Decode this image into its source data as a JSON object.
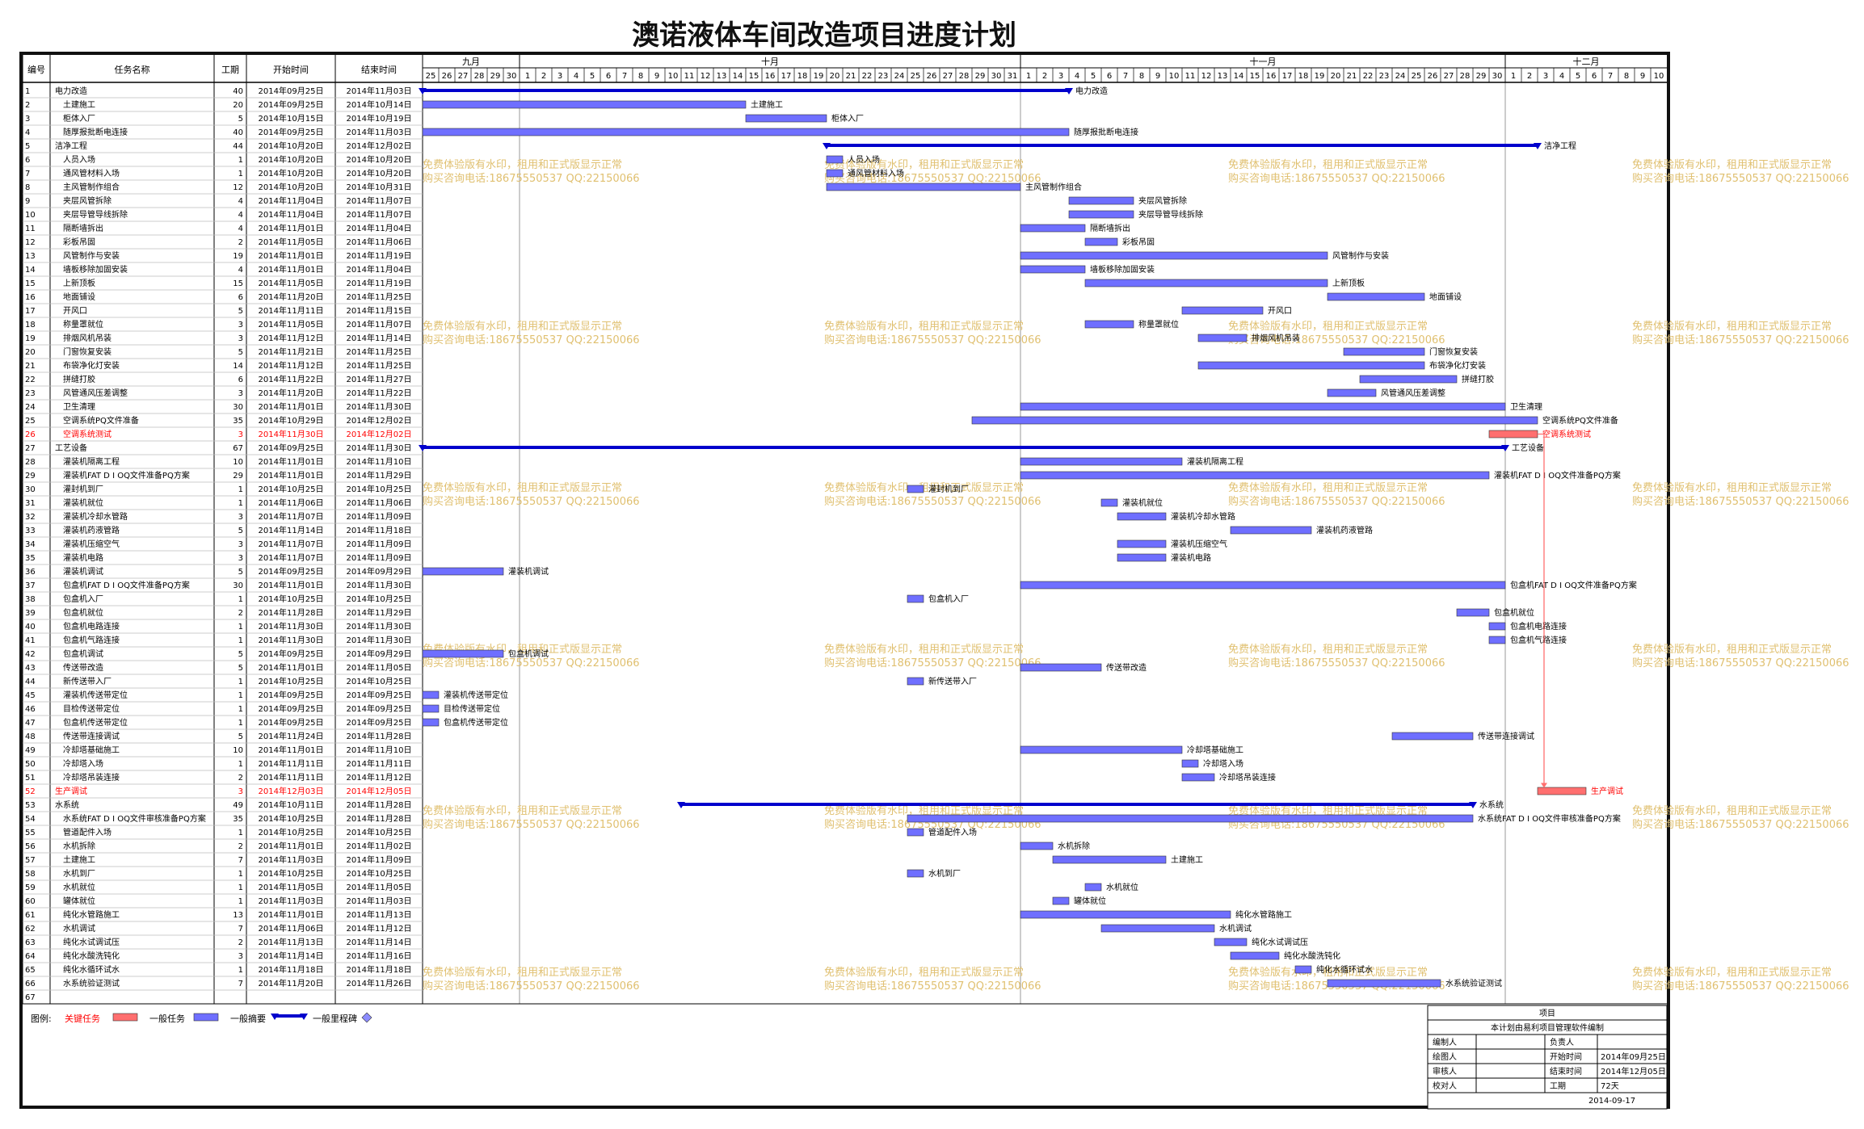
{
  "title": "澳诺液体车间改造项目进度计划",
  "header": {
    "id": "编号",
    "name": "任务名称",
    "dur": "工期",
    "start": "开始时间",
    "end": "结束时间"
  },
  "months": [
    {
      "label": "九月",
      "days": [
        "25",
        "26",
        "27",
        "28",
        "29",
        "30"
      ]
    },
    {
      "label": "十月",
      "days": [
        "1",
        "2",
        "3",
        "4",
        "5",
        "6",
        "7",
        "8",
        "9",
        "10",
        "11",
        "12",
        "13",
        "14",
        "15",
        "16",
        "17",
        "18",
        "19",
        "20",
        "21",
        "22",
        "23",
        "24",
        "25",
        "26",
        "27",
        "28",
        "29",
        "30",
        "31"
      ]
    },
    {
      "label": "十一月",
      "days": [
        "1",
        "2",
        "3",
        "4",
        "5",
        "6",
        "7",
        "8",
        "9",
        "10",
        "11",
        "12",
        "13",
        "14",
        "15",
        "16",
        "17",
        "18",
        "19",
        "20",
        "21",
        "22",
        "23",
        "24",
        "25",
        "26",
        "27",
        "28",
        "29",
        "30"
      ]
    },
    {
      "label": "十二月",
      "days": [
        "1",
        "2",
        "3",
        "4",
        "5",
        "6",
        "7",
        "8",
        "9",
        "10"
      ]
    }
  ],
  "colors": {
    "normal": "#6f6fff",
    "critical": "#ff6f6f",
    "summary": "#0000cc",
    "critical_text": "#ff0000",
    "watermark": "#e0c070",
    "grid": "#cccccc"
  },
  "watermark": {
    "line1": "免费体验版有水印，租用和正式版显示正常",
    "line2": "购买咨询电话:18675550537 QQ:22150066"
  },
  "chart_data": {
    "type": "gantt",
    "date_range": [
      "2014-09-25",
      "2014-12-10"
    ],
    "tasks": [
      {
        "id": "1",
        "name": "电力改造",
        "dur": "40",
        "start": "2014年09月25日",
        "end": "2014年11月03日",
        "s": "2014-09-25",
        "e": "2014-11-03",
        "kind": "summary",
        "indent": 0
      },
      {
        "id": "2",
        "name": "土建施工",
        "dur": "20",
        "start": "2014年09月25日",
        "end": "2014年10月14日",
        "s": "2014-09-25",
        "e": "2014-10-14",
        "kind": "normal",
        "indent": 1
      },
      {
        "id": "3",
        "name": "柜体入厂",
        "dur": "5",
        "start": "2014年10月15日",
        "end": "2014年10月19日",
        "s": "2014-10-15",
        "e": "2014-10-19",
        "kind": "normal",
        "indent": 1
      },
      {
        "id": "4",
        "name": "随厚报批断电连接",
        "dur": "40",
        "start": "2014年09月25日",
        "end": "2014年11月03日",
        "s": "2014-09-25",
        "e": "2014-11-03",
        "kind": "normal",
        "indent": 1
      },
      {
        "id": "5",
        "name": "洁净工程",
        "dur": "44",
        "start": "2014年10月20日",
        "end": "2014年12月02日",
        "s": "2014-10-20",
        "e": "2014-12-02",
        "kind": "summary",
        "indent": 0
      },
      {
        "id": "6",
        "name": "人员入场",
        "dur": "1",
        "start": "2014年10月20日",
        "end": "2014年10月20日",
        "s": "2014-10-20",
        "e": "2014-10-20",
        "kind": "normal",
        "indent": 1
      },
      {
        "id": "7",
        "name": "通风管材料入场",
        "dur": "1",
        "start": "2014年10月20日",
        "end": "2014年10月20日",
        "s": "2014-10-20",
        "e": "2014-10-20",
        "kind": "normal",
        "indent": 1
      },
      {
        "id": "8",
        "name": "主风管制作组合",
        "dur": "12",
        "start": "2014年10月20日",
        "end": "2014年10月31日",
        "s": "2014-10-20",
        "e": "2014-10-31",
        "kind": "normal",
        "indent": 1
      },
      {
        "id": "9",
        "name": "夹层风管拆除",
        "dur": "4",
        "start": "2014年11月04日",
        "end": "2014年11月07日",
        "s": "2014-11-04",
        "e": "2014-11-07",
        "kind": "normal",
        "indent": 1
      },
      {
        "id": "10",
        "name": "夹层导管导线拆除",
        "dur": "4",
        "start": "2014年11月04日",
        "end": "2014年11月07日",
        "s": "2014-11-04",
        "e": "2014-11-07",
        "kind": "normal",
        "indent": 1
      },
      {
        "id": "11",
        "name": "隔断墙拆出",
        "dur": "4",
        "start": "2014年11月01日",
        "end": "2014年11月04日",
        "s": "2014-11-01",
        "e": "2014-11-04",
        "kind": "normal",
        "indent": 1
      },
      {
        "id": "12",
        "name": "彩板吊固",
        "dur": "2",
        "start": "2014年11月05日",
        "end": "2014年11月06日",
        "s": "2014-11-05",
        "e": "2014-11-06",
        "kind": "normal",
        "indent": 1
      },
      {
        "id": "13",
        "name": "风管制作与安装",
        "dur": "19",
        "start": "2014年11月01日",
        "end": "2014年11月19日",
        "s": "2014-11-01",
        "e": "2014-11-19",
        "kind": "normal",
        "indent": 1
      },
      {
        "id": "14",
        "name": "墙板移除加固安装",
        "dur": "4",
        "start": "2014年11月01日",
        "end": "2014年11月04日",
        "s": "2014-11-01",
        "e": "2014-11-04",
        "kind": "normal",
        "indent": 1
      },
      {
        "id": "15",
        "name": "上新顶板",
        "dur": "15",
        "start": "2014年11月05日",
        "end": "2014年11月19日",
        "s": "2014-11-05",
        "e": "2014-11-19",
        "kind": "normal",
        "indent": 1
      },
      {
        "id": "16",
        "name": "地面铺设",
        "dur": "6",
        "start": "2014年11月20日",
        "end": "2014年11月25日",
        "s": "2014-11-20",
        "e": "2014-11-25",
        "kind": "normal",
        "indent": 1
      },
      {
        "id": "17",
        "name": "开风口",
        "dur": "5",
        "start": "2014年11月11日",
        "end": "2014年11月15日",
        "s": "2014-11-11",
        "e": "2014-11-15",
        "kind": "normal",
        "indent": 1
      },
      {
        "id": "18",
        "name": "称量罩就位",
        "dur": "3",
        "start": "2014年11月05日",
        "end": "2014年11月07日",
        "s": "2014-11-05",
        "e": "2014-11-07",
        "kind": "normal",
        "indent": 1
      },
      {
        "id": "19",
        "name": "排烟风机吊装",
        "dur": "3",
        "start": "2014年11月12日",
        "end": "2014年11月14日",
        "s": "2014-11-12",
        "e": "2014-11-14",
        "kind": "normal",
        "indent": 1
      },
      {
        "id": "20",
        "name": "门窗恢复安装",
        "dur": "5",
        "start": "2014年11月21日",
        "end": "2014年11月25日",
        "s": "2014-11-21",
        "e": "2014-11-25",
        "kind": "normal",
        "indent": 1
      },
      {
        "id": "21",
        "name": "布袋净化灯安装",
        "dur": "14",
        "start": "2014年11月12日",
        "end": "2014年11月25日",
        "s": "2014-11-12",
        "e": "2014-11-25",
        "kind": "normal",
        "indent": 1
      },
      {
        "id": "22",
        "name": "拼缝打胶",
        "dur": "6",
        "start": "2014年11月22日",
        "end": "2014年11月27日",
        "s": "2014-11-22",
        "e": "2014-11-27",
        "kind": "normal",
        "indent": 1
      },
      {
        "id": "23",
        "name": "风管通风压差调整",
        "dur": "3",
        "start": "2014年11月20日",
        "end": "2014年11月22日",
        "s": "2014-11-20",
        "e": "2014-11-22",
        "kind": "normal",
        "indent": 1
      },
      {
        "id": "24",
        "name": "卫生清理",
        "dur": "30",
        "start": "2014年11月01日",
        "end": "2014年11月30日",
        "s": "2014-11-01",
        "e": "2014-11-30",
        "kind": "normal",
        "indent": 1
      },
      {
        "id": "25",
        "name": "空调系统PQ文件准备",
        "dur": "35",
        "start": "2014年10月29日",
        "end": "2014年12月02日",
        "s": "2014-10-29",
        "e": "2014-12-02",
        "kind": "normal",
        "indent": 1
      },
      {
        "id": "26",
        "name": "空调系统测试",
        "dur": "3",
        "start": "2014年11月30日",
        "end": "2014年12月02日",
        "s": "2014-11-30",
        "e": "2014-12-02",
        "kind": "critical",
        "indent": 1
      },
      {
        "id": "27",
        "name": "工艺设备",
        "dur": "67",
        "start": "2014年09月25日",
        "end": "2014年11月30日",
        "s": "2014-09-25",
        "e": "2014-11-30",
        "kind": "summary",
        "indent": 0
      },
      {
        "id": "28",
        "name": "灌装机隔离工程",
        "dur": "10",
        "start": "2014年11月01日",
        "end": "2014年11月10日",
        "s": "2014-11-01",
        "e": "2014-11-10",
        "kind": "normal",
        "indent": 1
      },
      {
        "id": "29",
        "name": "灌装机FAT D I OQ文件准备PQ方案",
        "dur": "29",
        "start": "2014年11月01日",
        "end": "2014年11月29日",
        "s": "2014-11-01",
        "e": "2014-11-29",
        "kind": "normal",
        "indent": 1
      },
      {
        "id": "30",
        "name": "灌封机到厂",
        "dur": "1",
        "start": "2014年10月25日",
        "end": "2014年10月25日",
        "s": "2014-10-25",
        "e": "2014-10-25",
        "kind": "normal",
        "indent": 1
      },
      {
        "id": "31",
        "name": "灌装机就位",
        "dur": "1",
        "start": "2014年11月06日",
        "end": "2014年11月06日",
        "s": "2014-11-06",
        "e": "2014-11-06",
        "kind": "normal",
        "indent": 1
      },
      {
        "id": "32",
        "name": "灌装机冷却水管路",
        "dur": "3",
        "start": "2014年11月07日",
        "end": "2014年11月09日",
        "s": "2014-11-07",
        "e": "2014-11-09",
        "kind": "normal",
        "indent": 1
      },
      {
        "id": "33",
        "name": "灌装机药液管路",
        "dur": "5",
        "start": "2014年11月14日",
        "end": "2014年11月18日",
        "s": "2014-11-14",
        "e": "2014-11-18",
        "kind": "normal",
        "indent": 1
      },
      {
        "id": "34",
        "name": "灌装机压缩空气",
        "dur": "3",
        "start": "2014年11月07日",
        "end": "2014年11月09日",
        "s": "2014-11-07",
        "e": "2014-11-09",
        "kind": "normal",
        "indent": 1
      },
      {
        "id": "35",
        "name": "灌装机电路",
        "dur": "3",
        "start": "2014年11月07日",
        "end": "2014年11月09日",
        "s": "2014-11-07",
        "e": "2014-11-09",
        "kind": "normal",
        "indent": 1
      },
      {
        "id": "36",
        "name": "灌装机调试",
        "dur": "5",
        "start": "2014年09月25日",
        "end": "2014年09月29日",
        "s": "2014-09-25",
        "e": "2014-09-29",
        "kind": "normal",
        "indent": 1
      },
      {
        "id": "37",
        "name": "包盒机FAT D I OQ文件准备PQ方案",
        "dur": "30",
        "start": "2014年11月01日",
        "end": "2014年11月30日",
        "s": "2014-11-01",
        "e": "2014-11-30",
        "kind": "normal",
        "indent": 1
      },
      {
        "id": "38",
        "name": "包盒机入厂",
        "dur": "1",
        "start": "2014年10月25日",
        "end": "2014年10月25日",
        "s": "2014-10-25",
        "e": "2014-10-25",
        "kind": "normal",
        "indent": 1
      },
      {
        "id": "39",
        "name": "包盒机就位",
        "dur": "2",
        "start": "2014年11月28日",
        "end": "2014年11月29日",
        "s": "2014-11-28",
        "e": "2014-11-29",
        "kind": "normal",
        "indent": 1
      },
      {
        "id": "40",
        "name": "包盒机电路连接",
        "dur": "1",
        "start": "2014年11月30日",
        "end": "2014年11月30日",
        "s": "2014-11-30",
        "e": "2014-11-30",
        "kind": "normal",
        "indent": 1
      },
      {
        "id": "41",
        "name": "包盒机气路连接",
        "dur": "1",
        "start": "2014年11月30日",
        "end": "2014年11月30日",
        "s": "2014-11-30",
        "e": "2014-11-30",
        "kind": "normal",
        "indent": 1
      },
      {
        "id": "42",
        "name": "包盒机调试",
        "dur": "5",
        "start": "2014年09月25日",
        "end": "2014年09月29日",
        "s": "2014-09-25",
        "e": "2014-09-29",
        "kind": "normal",
        "indent": 1
      },
      {
        "id": "43",
        "name": "传送带改造",
        "dur": "5",
        "start": "2014年11月01日",
        "end": "2014年11月05日",
        "s": "2014-11-01",
        "e": "2014-11-05",
        "kind": "normal",
        "indent": 1
      },
      {
        "id": "44",
        "name": "新传送带入厂",
        "dur": "1",
        "start": "2014年10月25日",
        "end": "2014年10月25日",
        "s": "2014-10-25",
        "e": "2014-10-25",
        "kind": "normal",
        "indent": 1
      },
      {
        "id": "45",
        "name": "灌装机传送带定位",
        "dur": "1",
        "start": "2014年09月25日",
        "end": "2014年09月25日",
        "s": "2014-09-25",
        "e": "2014-09-25",
        "kind": "normal",
        "indent": 1
      },
      {
        "id": "46",
        "name": "目检传送带定位",
        "dur": "1",
        "start": "2014年09月25日",
        "end": "2014年09月25日",
        "s": "2014-09-25",
        "e": "2014-09-25",
        "kind": "normal",
        "indent": 1
      },
      {
        "id": "47",
        "name": "包盒机传送带定位",
        "dur": "1",
        "start": "2014年09月25日",
        "end": "2014年09月25日",
        "s": "2014-09-25",
        "e": "2014-09-25",
        "kind": "normal",
        "indent": 1
      },
      {
        "id": "48",
        "name": "传送带连接调试",
        "dur": "5",
        "start": "2014年11月24日",
        "end": "2014年11月28日",
        "s": "2014-11-24",
        "e": "2014-11-28",
        "kind": "normal",
        "indent": 1
      },
      {
        "id": "49",
        "name": "冷却塔基础施工",
        "dur": "10",
        "start": "2014年11月01日",
        "end": "2014年11月10日",
        "s": "2014-11-01",
        "e": "2014-11-10",
        "kind": "normal",
        "indent": 1
      },
      {
        "id": "50",
        "name": "冷却塔入场",
        "dur": "1",
        "start": "2014年11月11日",
        "end": "2014年11月11日",
        "s": "2014-11-11",
        "e": "2014-11-11",
        "kind": "normal",
        "indent": 1
      },
      {
        "id": "51",
        "name": "冷却塔吊装连接",
        "dur": "2",
        "start": "2014年11月11日",
        "end": "2014年11月12日",
        "s": "2014-11-11",
        "e": "2014-11-12",
        "kind": "normal",
        "indent": 1
      },
      {
        "id": "52",
        "name": "生产调试",
        "dur": "3",
        "start": "2014年12月03日",
        "end": "2014年12月05日",
        "s": "2014-12-03",
        "e": "2014-12-05",
        "kind": "critical",
        "indent": 0
      },
      {
        "id": "53",
        "name": "水系统",
        "dur": "49",
        "start": "2014年10月11日",
        "end": "2014年11月28日",
        "s": "2014-10-11",
        "e": "2014-11-28",
        "kind": "summary",
        "indent": 0
      },
      {
        "id": "54",
        "name": "水系统FAT D I OQ文件审核准备PQ方案",
        "dur": "35",
        "start": "2014年10月25日",
        "end": "2014年11月28日",
        "s": "2014-10-25",
        "e": "2014-11-28",
        "kind": "normal",
        "indent": 1
      },
      {
        "id": "55",
        "name": "管道配件入场",
        "dur": "1",
        "start": "2014年10月25日",
        "end": "2014年10月25日",
        "s": "2014-10-25",
        "e": "2014-10-25",
        "kind": "normal",
        "indent": 1
      },
      {
        "id": "56",
        "name": "水机拆除",
        "dur": "2",
        "start": "2014年11月01日",
        "end": "2014年11月02日",
        "s": "2014-11-01",
        "e": "2014-11-02",
        "kind": "normal",
        "indent": 1
      },
      {
        "id": "57",
        "name": "土建施工",
        "dur": "7",
        "start": "2014年11月03日",
        "end": "2014年11月09日",
        "s": "2014-11-03",
        "e": "2014-11-09",
        "kind": "normal",
        "indent": 1
      },
      {
        "id": "58",
        "name": "水机到厂",
        "dur": "1",
        "start": "2014年10月25日",
        "end": "2014年10月25日",
        "s": "2014-10-25",
        "e": "2014-10-25",
        "kind": "normal",
        "indent": 1
      },
      {
        "id": "59",
        "name": "水机就位",
        "dur": "1",
        "start": "2014年11月05日",
        "end": "2014年11月05日",
        "s": "2014-11-05",
        "e": "2014-11-05",
        "kind": "normal",
        "indent": 1
      },
      {
        "id": "60",
        "name": "罐体就位",
        "dur": "1",
        "start": "2014年11月03日",
        "end": "2014年11月03日",
        "s": "2014-11-03",
        "e": "2014-11-03",
        "kind": "normal",
        "indent": 1
      },
      {
        "id": "61",
        "name": "纯化水管路施工",
        "dur": "13",
        "start": "2014年11月01日",
        "end": "2014年11月13日",
        "s": "2014-11-01",
        "e": "2014-11-13",
        "kind": "normal",
        "indent": 1
      },
      {
        "id": "62",
        "name": "水机调试",
        "dur": "7",
        "start": "2014年11月06日",
        "end": "2014年11月12日",
        "s": "2014-11-06",
        "e": "2014-11-12",
        "kind": "normal",
        "indent": 1
      },
      {
        "id": "63",
        "name": "纯化水试调试压",
        "dur": "2",
        "start": "2014年11月13日",
        "end": "2014年11月14日",
        "s": "2014-11-13",
        "e": "2014-11-14",
        "kind": "normal",
        "indent": 1
      },
      {
        "id": "64",
        "name": "纯化水酸洗钝化",
        "dur": "3",
        "start": "2014年11月14日",
        "end": "2014年11月16日",
        "s": "2014-11-14",
        "e": "2014-11-16",
        "kind": "normal",
        "indent": 1
      },
      {
        "id": "65",
        "name": "纯化水循环试水",
        "dur": "1",
        "start": "2014年11月18日",
        "end": "2014年11月18日",
        "s": "2014-11-18",
        "e": "2014-11-18",
        "kind": "normal",
        "indent": 1
      },
      {
        "id": "66",
        "name": "水系统验证测试",
        "dur": "7",
        "start": "2014年11月20日",
        "end": "2014年11月26日",
        "s": "2014-11-20",
        "e": "2014-11-26",
        "kind": "normal",
        "indent": 1
      },
      {
        "id": "67",
        "name": "",
        "dur": "",
        "start": "",
        "end": "",
        "s": "",
        "e": "",
        "kind": "empty",
        "indent": 0
      }
    ],
    "links": [
      {
        "from": "26",
        "to": "52"
      }
    ]
  },
  "legend": {
    "label": "图例:",
    "critical": "关键任务",
    "normal": "一般任务",
    "summary": "一般摘要",
    "milestone": "一般里程碑"
  },
  "info_box": {
    "project": "项目",
    "software": "本计划由易利项目管理软件编制",
    "rows": [
      {
        "k1": "编制人",
        "v1": "",
        "k2": "负责人",
        "v2": ""
      },
      {
        "k1": "绘图人",
        "v1": "",
        "k2": "开始时间",
        "v2": "2014年09月25日"
      },
      {
        "k1": "审核人",
        "v1": "",
        "k2": "结束时间",
        "v2": "2014年12月05日"
      },
      {
        "k1": "校对人",
        "v1": "",
        "k2": "工期",
        "v2": "72天"
      }
    ],
    "date": "2014-09-17"
  }
}
